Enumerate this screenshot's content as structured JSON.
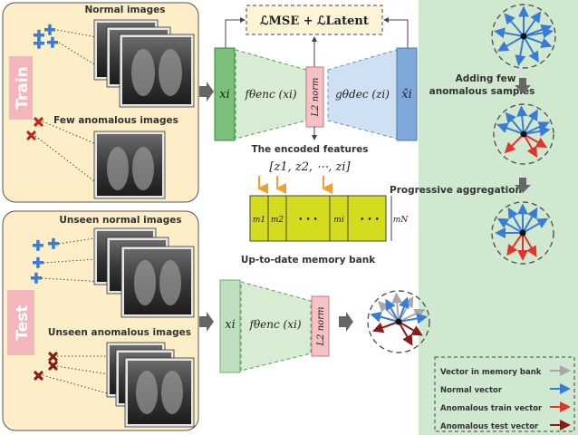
{
  "train_panel": {
    "label": "Train",
    "normal_images": "Normal images",
    "few_anomalous_images": "Few anomalous images"
  },
  "test_panel": {
    "label": "Test",
    "unseen_normal_images": "Unseen normal images",
    "unseen_anomalous_images": "Unseen anomalous images"
  },
  "autoencoder": {
    "loss": "ℒMSE + ℒLatent",
    "input": "xi",
    "encoder": "fθenc (xi)",
    "l2_norm": "L2 norm",
    "decoder": "gθdec (zi)",
    "output": "x̂i"
  },
  "memory": {
    "encoded_features": "The encoded features",
    "feature_list": "[z1, z2, ⋯, zi]",
    "cells": [
      "m1",
      "m2",
      "• • •",
      "mi",
      "• • •",
      "mN"
    ],
    "caption": "Up-to-date memory bank"
  },
  "test_pipeline": {
    "input": "xi",
    "encoder": "fθenc (xi)",
    "l2_norm": "L2 norm"
  },
  "right_panel": {
    "adding_few": "Adding few",
    "anomalous_samples": "anomalous samples",
    "progressive_aggregation": "Progressive aggregation"
  },
  "legend": [
    {
      "label": "Vector in memory bank",
      "color": "#a8a8a8"
    },
    {
      "label": "Normal vector",
      "color": "#3a7bd5"
    },
    {
      "label": "Anomalous train vector",
      "color": "#e0352b"
    },
    {
      "label": "Anomalous test vector",
      "color": "#8b1a1a"
    }
  ],
  "colors": {
    "panel_fill": "#fcefc8",
    "right_bg": "#cfe8cf",
    "normal_plus": "#3a7bd5",
    "anomaly_x": "#c0281f",
    "test_anomaly_x": "#8b1a1a",
    "memory_fill": "#d4dc1e",
    "arrow_orange": "#f0a030"
  }
}
